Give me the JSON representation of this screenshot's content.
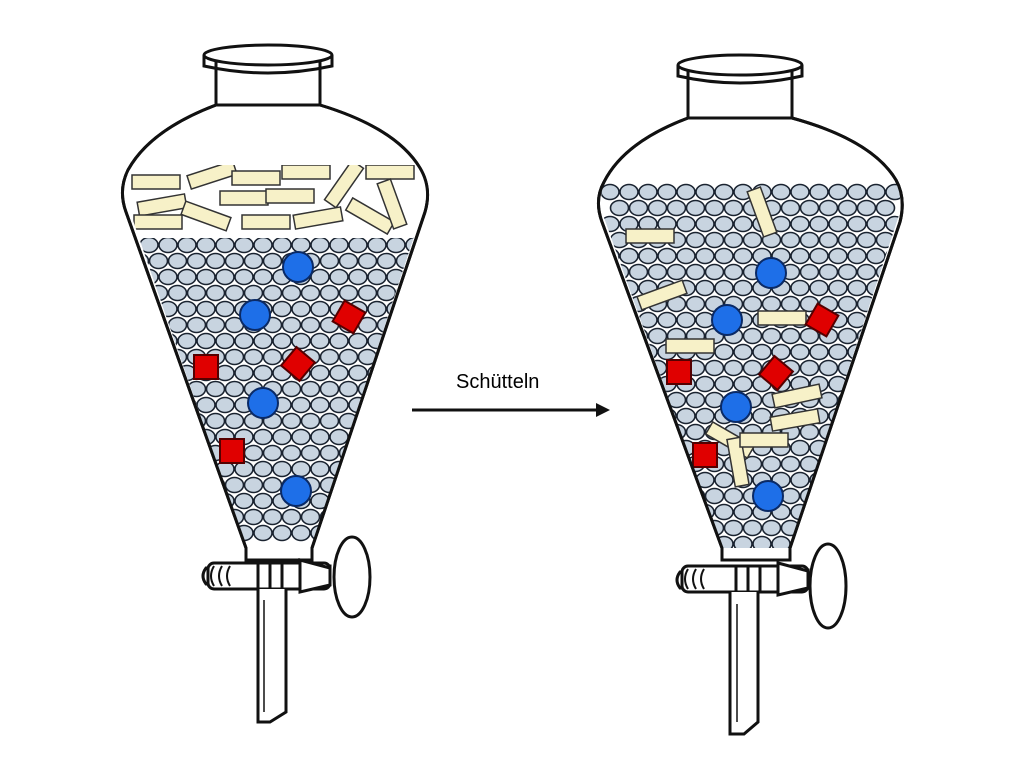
{
  "arrow": {
    "label": "Schütteln"
  },
  "colors": {
    "outline": "#111111",
    "glass": "#ffffff",
    "solvent_bead_fill": "#c8d4e0",
    "solvent_bead_stroke": "#1a2330",
    "blue_particle": "#1e6fe8",
    "red_particle": "#e00000",
    "rod_fill": "#f7f1c8",
    "rod_stroke": "#333333"
  },
  "funnels": [
    {
      "name": "before-shaking",
      "state": "separated",
      "blue_particles": 4,
      "red_particles": 4
    },
    {
      "name": "after-shaking",
      "state": "mixed",
      "blue_particles": 4,
      "red_particles": 4
    }
  ]
}
